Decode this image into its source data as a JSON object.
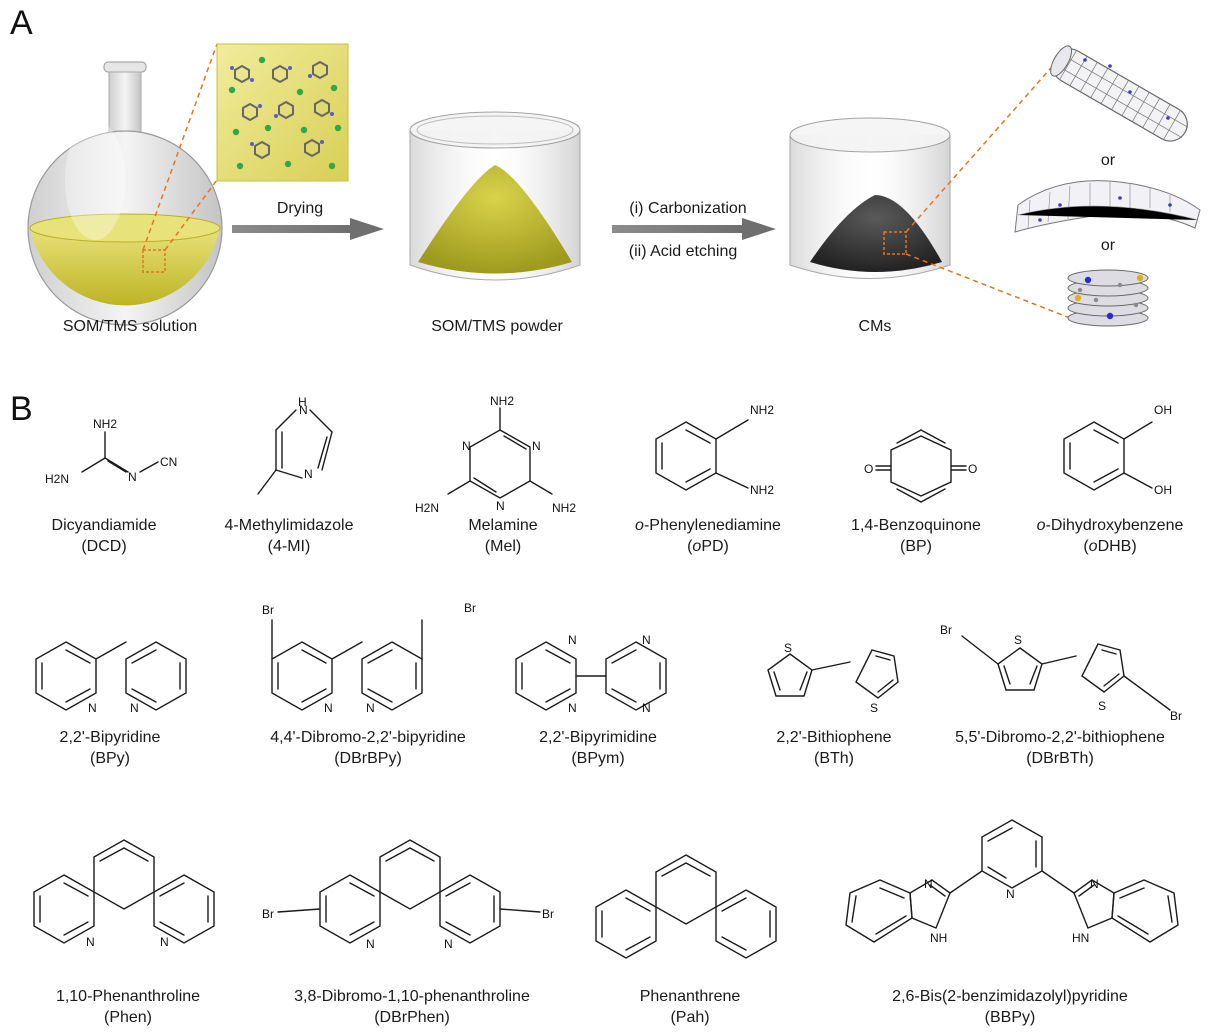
{
  "panel_a": {
    "letter": "A",
    "step1_label": "Drying",
    "step2_label_1": "(i) Carbonization",
    "step2_label_2": "(ii) Acid etching",
    "stage1_caption": "SOM/TMS solution",
    "stage2_caption": "SOM/TMS powder",
    "stage3_caption": "CMs",
    "or_1": "or",
    "or_2": "or",
    "colors": {
      "solution": "#d9d23a",
      "powder": "#c9c432",
      "carbon": "#3a3a3a",
      "highlight": "#e8731f"
    }
  },
  "panel_b": {
    "letter": "B",
    "molecules": [
      {
        "name": "Dicyandiamide",
        "abbr": "(DCD)",
        "atoms": [
          "NH2",
          "H2N",
          "N",
          "CN"
        ]
      },
      {
        "name": "4-Methylimidazole",
        "abbr": "(4-MI)",
        "atoms": [
          "H",
          "N",
          "N"
        ]
      },
      {
        "name": "Melamine",
        "abbr": "(Mel)",
        "atoms": [
          "NH2",
          "N",
          "N",
          "N",
          "H2N",
          "NH2"
        ]
      },
      {
        "name_prefix": "o",
        "name": "-Phenylenediamine",
        "abbr_prefix": "(",
        "abbr_italic": "o",
        "abbr_rest": "PD)",
        "atoms": [
          "NH2",
          "NH2"
        ]
      },
      {
        "name": "1,4-Benzoquinone",
        "abbr": "(BP)",
        "atoms": [
          "O",
          "O"
        ]
      },
      {
        "name_prefix": "o",
        "name": "-Dihydroxybenzene",
        "abbr_prefix": "(",
        "abbr_italic": "o",
        "abbr_rest": "DHB)",
        "atoms": [
          "OH",
          "OH"
        ]
      },
      {
        "name": "2,2'-Bipyridine",
        "abbr": "(BPy)",
        "atoms": [
          "N",
          "N"
        ]
      },
      {
        "name": "4,4'-Dibromo-2,2'-bipyridine",
        "abbr": "(DBrBPy)",
        "atoms": [
          "Br",
          "Br",
          "N",
          "N"
        ]
      },
      {
        "name": "2,2'-Bipyrimidine",
        "abbr": "(BPym)",
        "atoms": [
          "N",
          "N",
          "N",
          "N"
        ]
      },
      {
        "name": "2,2'-Bithiophene",
        "abbr": "(BTh)",
        "atoms": [
          "S",
          "S"
        ]
      },
      {
        "name": "5,5'-Dibromo-2,2'-bithiophene",
        "abbr": "(DBrBTh)",
        "atoms": [
          "Br",
          "S",
          "S",
          "Br"
        ]
      },
      {
        "name": "1,10-Phenanthroline",
        "abbr": "(Phen)",
        "atoms": [
          "N",
          "N"
        ]
      },
      {
        "name": "3,8-Dibromo-1,10-phenanthroline",
        "abbr": "(DBrPhen)",
        "atoms": [
          "Br",
          "Br",
          "N",
          "N"
        ]
      },
      {
        "name": "Phenanthrene",
        "abbr": "(Pah)",
        "atoms": []
      },
      {
        "name": "2,6-Bis(2-benzimidazolyl)pyridine",
        "abbr": "(BBPy)",
        "atoms": [
          "N",
          "N",
          "N",
          "NH",
          "HN"
        ]
      }
    ]
  }
}
